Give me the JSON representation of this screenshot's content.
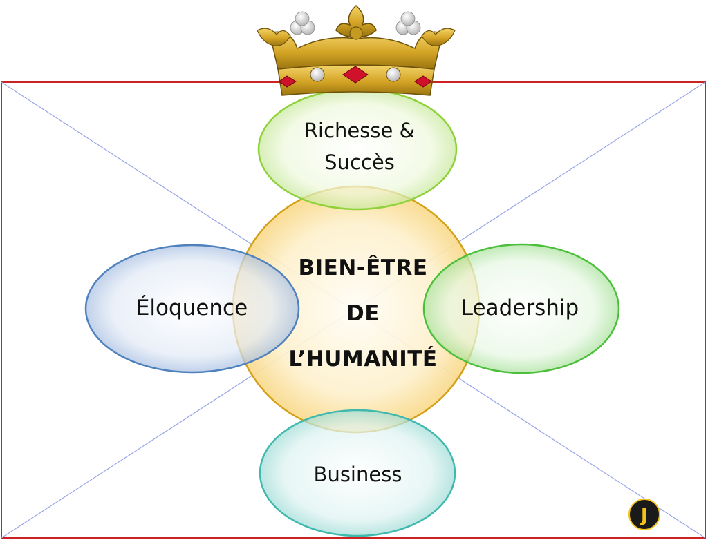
{
  "diagram": {
    "center": {
      "text": "BIEN-ÊTRE\nDE\nL’HUMANITÉ",
      "fill": "#fde9b8",
      "stroke": "#d4a017"
    },
    "satellites": [
      {
        "id": "top",
        "text": "Richesse &\nSuccès",
        "fill": "#e6f5c9",
        "stroke": "#8fd13a"
      },
      {
        "id": "left",
        "text": "Éloquence",
        "fill": "#d6e2f2",
        "stroke": "#4f81bd"
      },
      {
        "id": "right",
        "text": "Leadership",
        "fill": "#dff5dc",
        "stroke": "#4bbf3a"
      },
      {
        "id": "bottom",
        "text": "Business",
        "fill": "#d5f0ee",
        "stroke": "#3fb8ad"
      }
    ],
    "frame_color": "#cc2222",
    "diagonal_color": "#9aa6e6",
    "crown_colors": {
      "gold": "#d4a425",
      "jewel": "#d0112b",
      "pearl": "#e8e8e8"
    },
    "logo": {
      "letter": "J",
      "bg": "#1a1a1a",
      "fg": "#f2c21b"
    }
  }
}
